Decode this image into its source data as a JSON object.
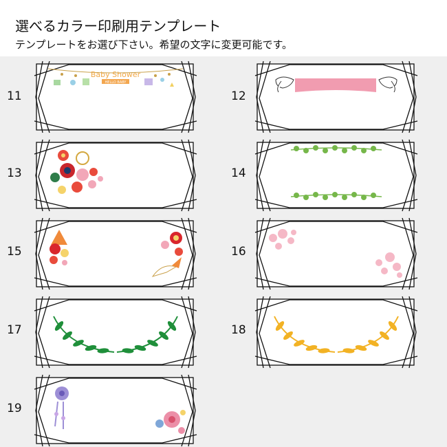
{
  "header": {
    "title": "選べるカラー印刷用テンプレート",
    "subtitle": "テンプレートをお選び下さい。希望の文字に変更可能です。"
  },
  "templates": [
    {
      "number": "11",
      "decor": "baby-shower",
      "banner_text": "Baby Shower",
      "banner_subtext": "HELLO BABY"
    },
    {
      "number": "12",
      "decor": "doves-ribbon"
    },
    {
      "number": "13",
      "decor": "japanese-flowers-cluster"
    },
    {
      "number": "14",
      "decor": "green-vines"
    },
    {
      "number": "15",
      "decor": "fans-and-crane"
    },
    {
      "number": "16",
      "decor": "sakura"
    },
    {
      "number": "17",
      "decor": "green-laurel"
    },
    {
      "number": "18",
      "decor": "gold-laurel"
    },
    {
      "number": "19",
      "decor": "purple-pink-flowers"
    }
  ],
  "colors": {
    "frame": "#111111",
    "card": "#ffffff",
    "background": "#efefef",
    "ribbon": "#f19cb0",
    "green_laurel": "#1f8f3a",
    "gold_laurel": "#f2b224",
    "sakura": "#f5b8c6",
    "vine": "#76b74a"
  }
}
